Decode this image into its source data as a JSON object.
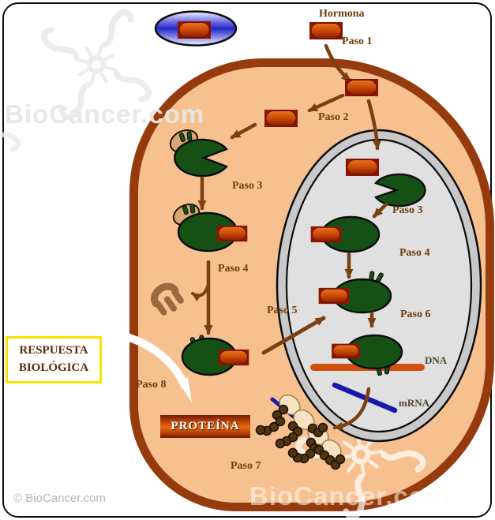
{
  "labels": {
    "hormona": "Hormona",
    "paso1": "Paso 1",
    "paso2": "Paso 2",
    "paso3": "Paso 3",
    "paso4": "Paso 4",
    "paso5": "Paso 5",
    "paso6": "Paso 6",
    "paso7": "Paso 7",
    "paso8": "Paso 8",
    "dna": "DNA",
    "mrna": "mRNA"
  },
  "boxes": {
    "respuesta_line1": "RESPUESTA",
    "respuesta_line2": "BIOLÓGICA",
    "proteina": "PROTEÍNA"
  },
  "watermarks": {
    "brand": "BioCancer.com",
    "copyright": "© BioCancer.com"
  },
  "icons": {
    "hormone_capsule": "orange pill capsule on dark red square",
    "receptor": "dark green pac-man ellipse",
    "hsp_cap": "tan chaperone cap with green prongs",
    "hsp_released": "brown comb (released chaperone)",
    "blood_vessel": "blue gradient ellipse",
    "ribosome": "cream oval on blue mRNA strand",
    "polypeptide": "chain of dark brown beads",
    "flower_logo": "BioCancer snowflake-flower watermark"
  },
  "colors": {
    "cell_fill": "#F6C18F",
    "cell_border": "#963B0D",
    "nucleus_membrane": "#C9C9C9",
    "nucleus_fill": "#E0E0E0",
    "receptor_green": "#155115",
    "hormone_orange": "#CE4E08",
    "hormone_plate_red": "#8C1503",
    "dna_orange": "#D2500F",
    "mrna_blue": "#1818AA",
    "arrow_brown": "#7B4010",
    "label_brown": "#6E3D10",
    "vessel_blue": "#2326C4",
    "respuesta_border_yellow": "#F5E400",
    "proteina_orange": "#E8680F"
  }
}
